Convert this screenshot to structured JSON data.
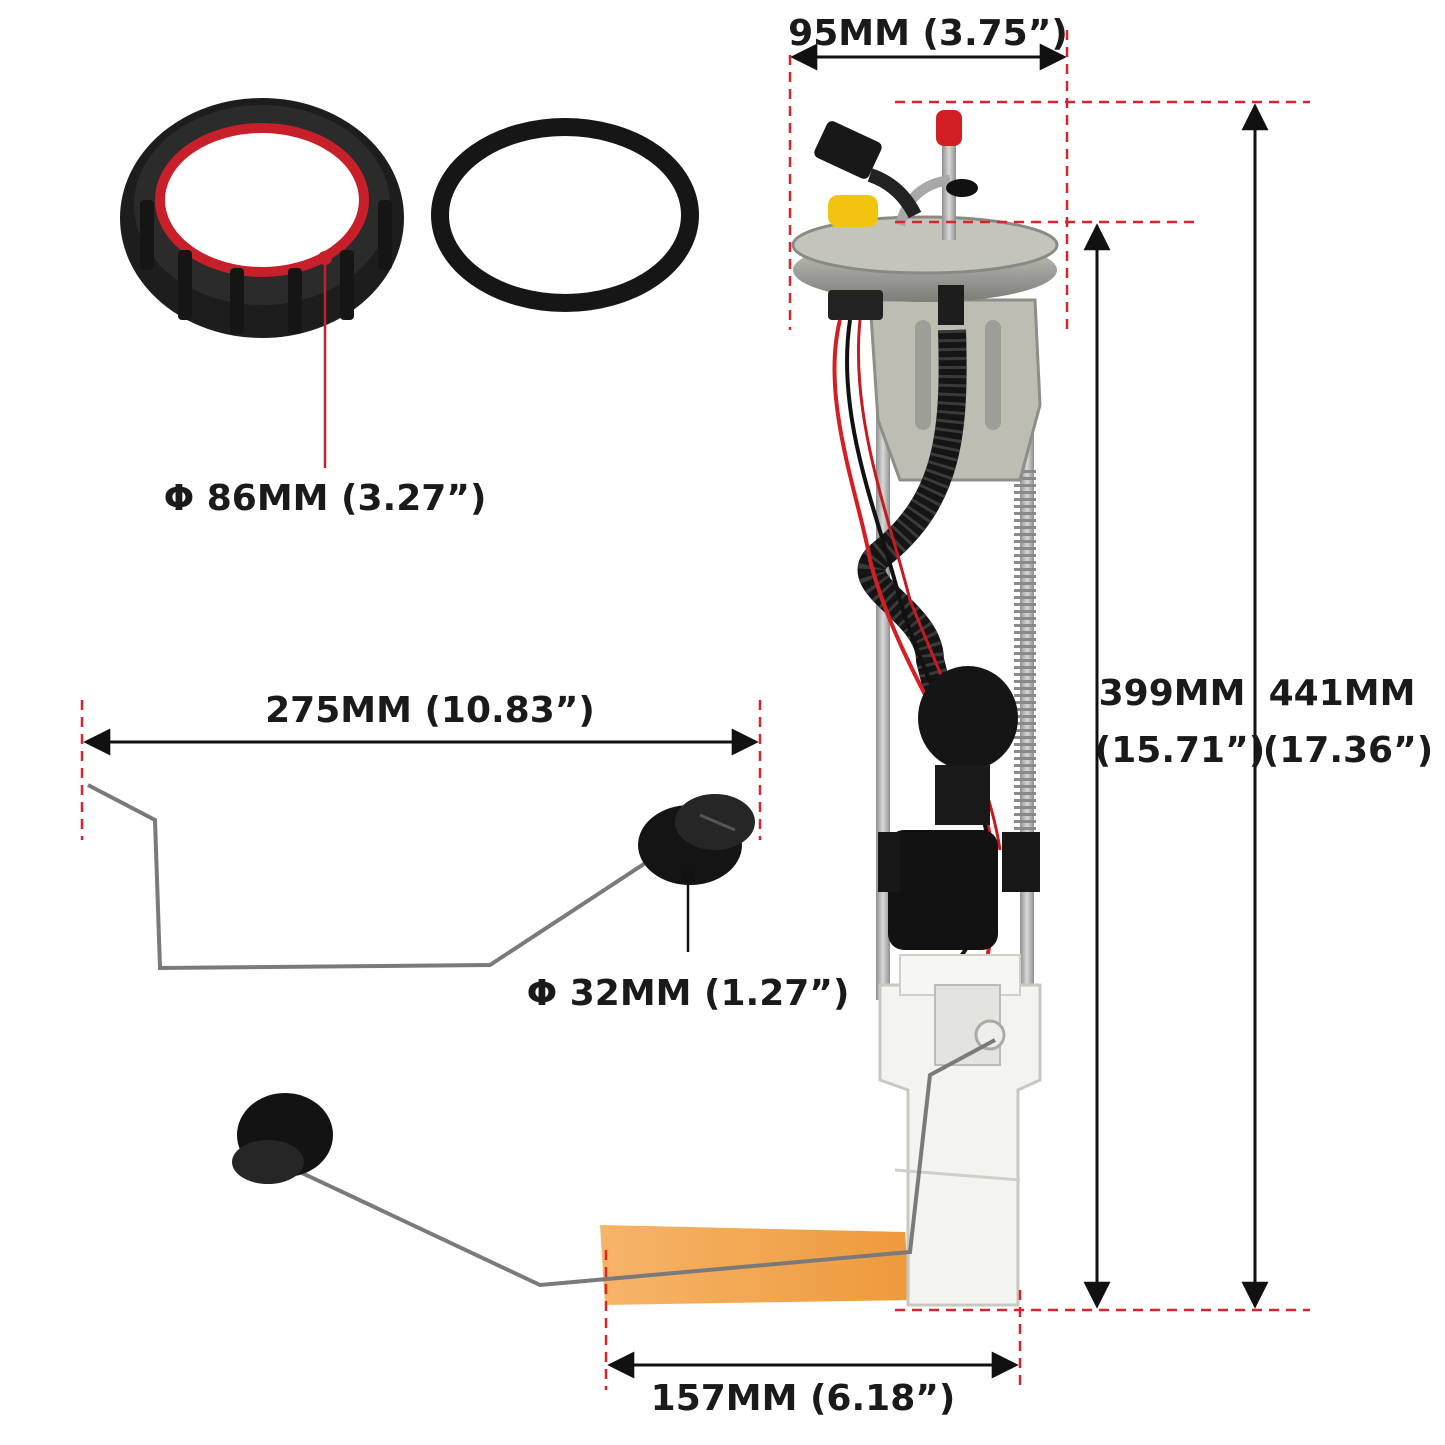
{
  "colors": {
    "dimension_line": "#d9252a",
    "arrow": "#111111",
    "rubber": "#1c1c1c",
    "metal": "#b9b9b9",
    "filter": "#f2a349",
    "plastic": "#f1f1ee"
  },
  "labels": {
    "lock_ring_diameter": "Φ 86MM (3.27”)",
    "float_arm_length": "275MM (10.83”)",
    "float_diameter": "Φ 32MM (1.27”)",
    "top_width": "95MM (3.75”)",
    "body_height_mm": "399MM",
    "body_height_in": "(15.71”)",
    "total_height_mm": "441MM",
    "total_height_in": "(17.36”)",
    "bottom_width": "157MM (6.18”)"
  }
}
